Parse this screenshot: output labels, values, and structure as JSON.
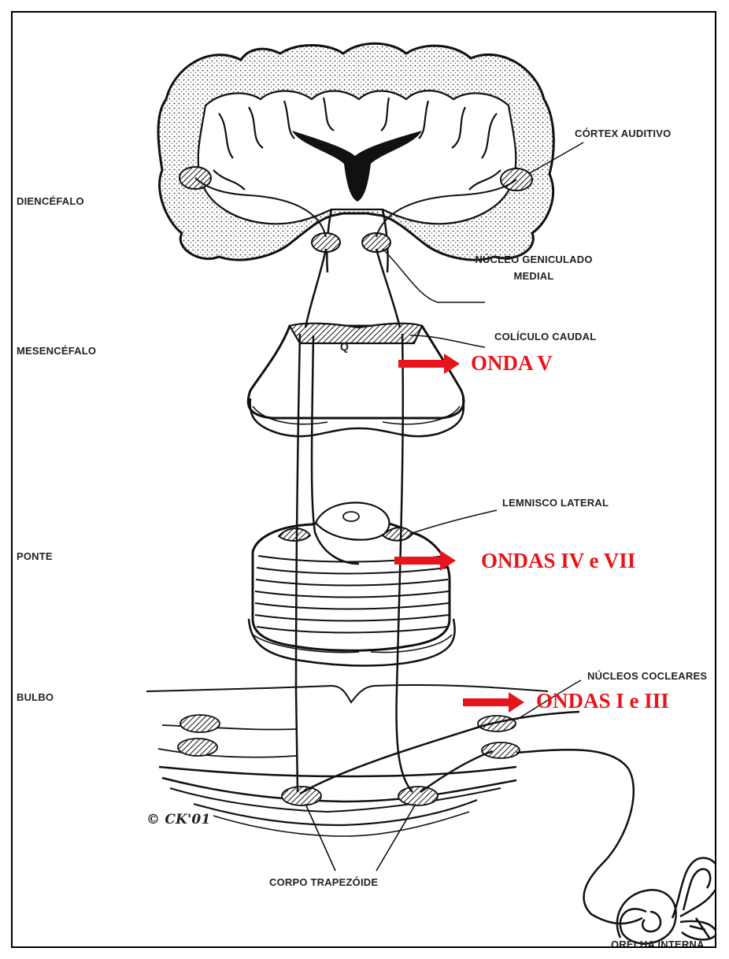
{
  "regions": {
    "diencefalo": "DIENCÉFALO",
    "mesencefalo": "MESENCÉFALO",
    "ponte": "PONTE",
    "bulbo": "BULBO"
  },
  "structures": {
    "cortex_auditivo": "CÓRTEX AUDITIVO",
    "nucleo_geniculado_line1": "NÚCLEO GENICULADO",
    "nucleo_geniculado_line2": "MEDIAL",
    "coliculo_caudal": "COLÍCULO CAUDAL",
    "lemnisco_lateral": "LEMNISCO LATERAL",
    "nucleos_cocleares": "NÚCLEOS COCLEARES",
    "corpo_trapezoide": "CORPO TRAPEZÓIDE",
    "orelha_interna": "ORELHA INTERNA"
  },
  "waves": {
    "onda_v": "ONDA V",
    "ondas_iv_vii": "ONDAS IV e VII",
    "ondas_i_iii": "ONDAS I e III"
  },
  "marks": {
    "copyright": "© CK'01",
    "colliculus_mark": "Q"
  },
  "colors": {
    "wave_text": "#e8141b",
    "arrow": "#e8141b",
    "ink": "#1a1a1a"
  }
}
